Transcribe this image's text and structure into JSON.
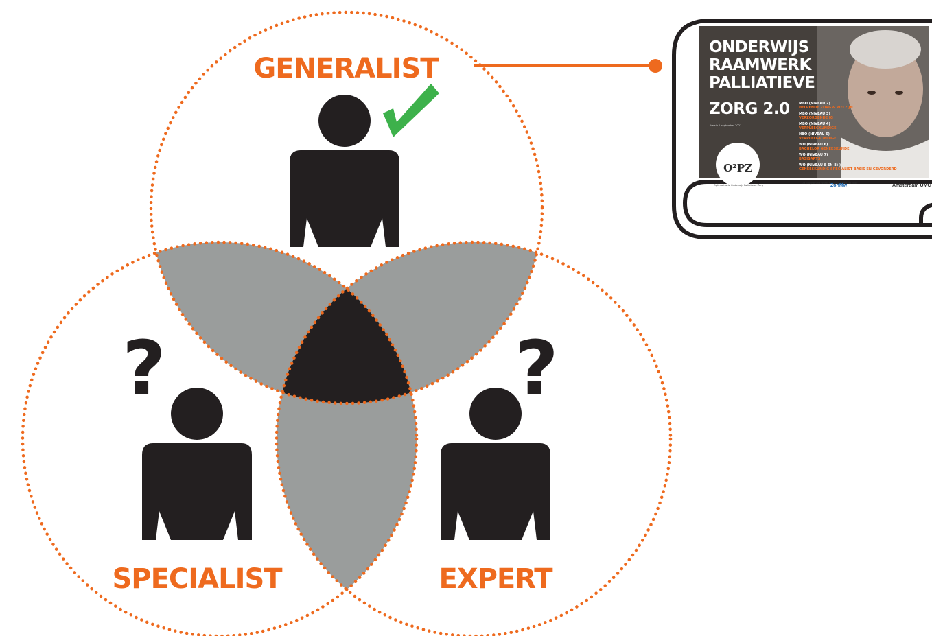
{
  "colors": {
    "accent": "#ee6a1e",
    "overlap_two": "#9a9d9c",
    "overlap_center": "#231f20",
    "person": "#231f20",
    "check": "#3db14b"
  },
  "venn": {
    "labels": {
      "top": "GENERALIST",
      "left": "SPECIALIST",
      "right": "EXPERT"
    },
    "markers": {
      "top": "check-icon",
      "left": "?",
      "right": "?"
    }
  },
  "document": {
    "title_lines": [
      "ONDERWIJS",
      "RAAMWERK",
      "PALLIATIEVE",
      "ZORG 2.0"
    ],
    "version": "Versie 1 september 2021",
    "levels": [
      {
        "level": "MBO (NIVEAU 2)",
        "name": "HELPENDE ZORG & WELZIJN"
      },
      {
        "level": "MBO (NIVEAU 3)",
        "name": "VERZORGENDE IG"
      },
      {
        "level": "MBO (NIVEAU 4)",
        "name": "VERPLEEGKUNDIGE"
      },
      {
        "level": "HBO (NIVEAU 6)",
        "name": "VERPLEEGKUNDIGE"
      },
      {
        "level": "WO (NIVEAU 6)",
        "name": "BACHELOR GENEESKUNDE"
      },
      {
        "level": "WO (NIVEAU 7)",
        "name": "BASISARTS"
      },
      {
        "level": "WO (NIVEAU 8 EN 8+)",
        "name": "GENEESKUNDIG SPECIALIST BASIS EN GEVORDERD"
      }
    ],
    "footer": {
      "logo": "O²PZ",
      "org": "Optimalisatie Onderwijs Palliatieve Zorg",
      "funding_note": "Dit programma wordt mogelijk gemaakt door",
      "funder": "ZonMw",
      "partner": "Amsterdam UMC"
    }
  }
}
